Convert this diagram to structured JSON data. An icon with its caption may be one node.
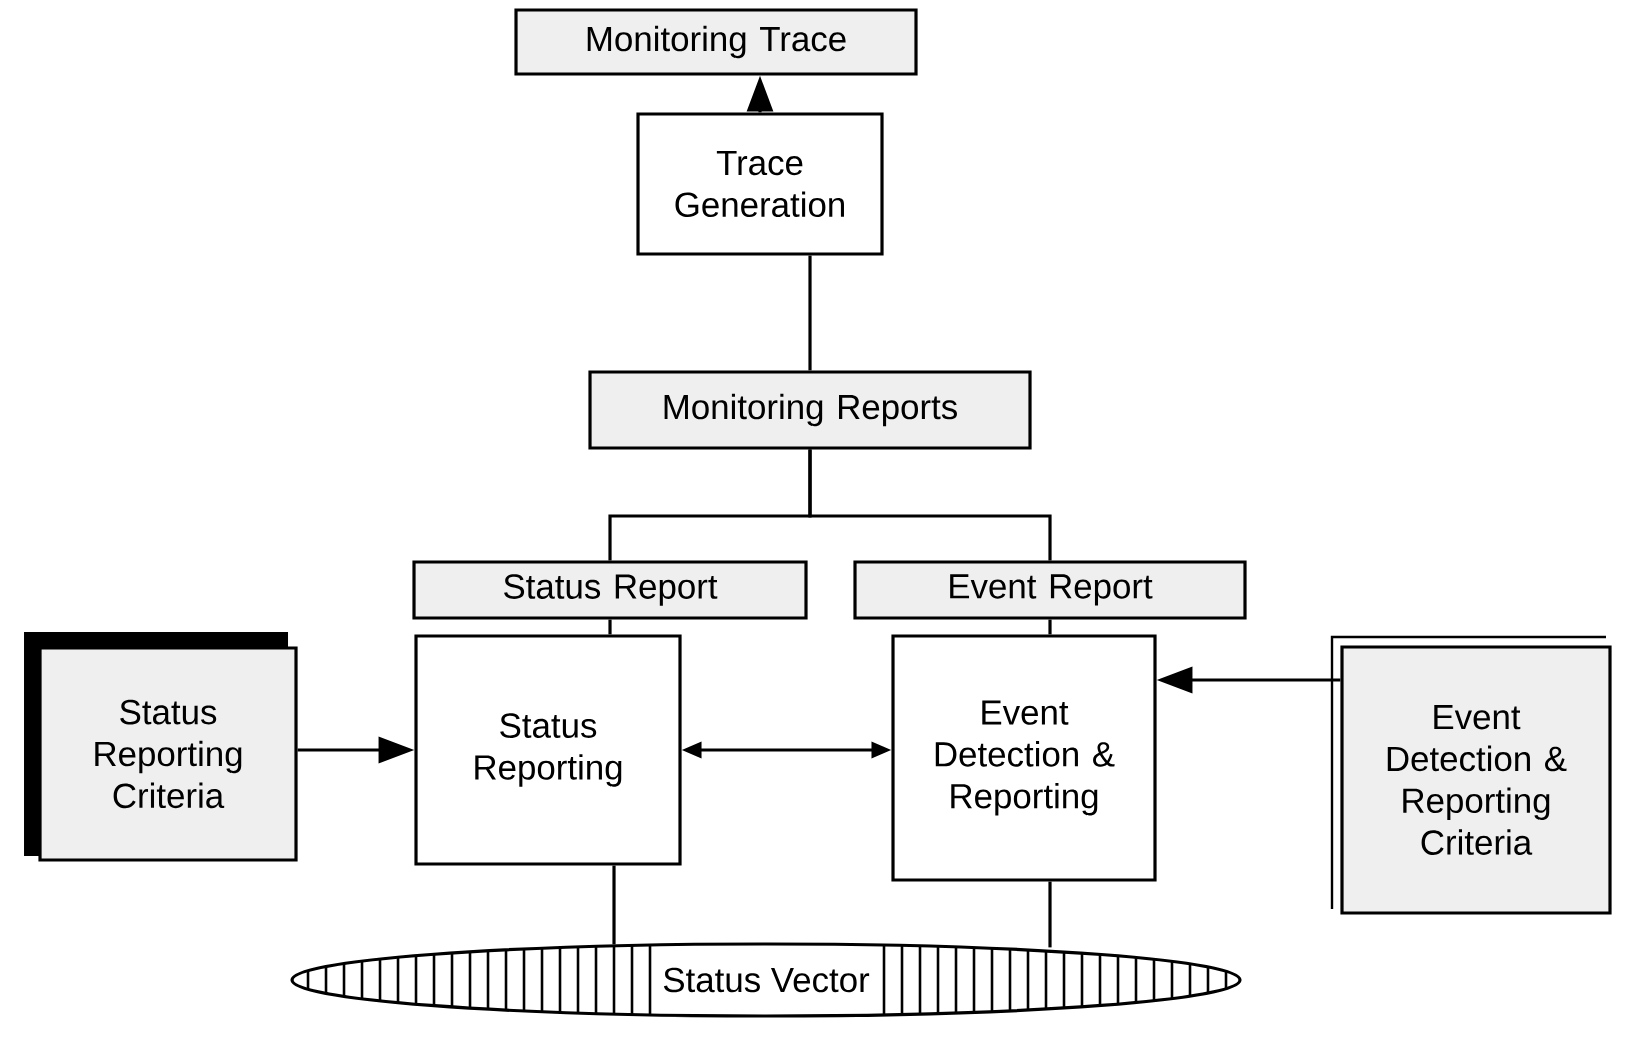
{
  "diagram": {
    "nodes": [
      {
        "text": [
          "Monitoring Trace"
        ]
      },
      {
        "text": [
          "Trace Generation"
        ]
      },
      {
        "text": [
          "Monitoring Reports"
        ]
      },
      {
        "text": [
          "Status Report"
        ]
      },
      {
        "text": [
          "Event Report"
        ]
      },
      {
        "text": [
          "Status Reporting Criteria"
        ]
      },
      {
        "text": [
          "Status Reporting"
        ]
      },
      {
        "text": [
          "Event Detection & Reporting"
        ]
      },
      {
        "text": [
          "Event Detection & Reporting Criteria"
        ]
      },
      {
        "text": [
          "Status Vector"
        ]
      }
    ],
    "edges": [
      {
        "from": 1,
        "to": 0,
        "arrow": "to"
      },
      {
        "from": 2,
        "to": 1,
        "arrow": "none"
      },
      {
        "from": 2,
        "to": 3,
        "arrow": "none"
      },
      {
        "from": 2,
        "to": 4,
        "arrow": "none"
      },
      {
        "from": 3,
        "to": 6,
        "arrow": "none"
      },
      {
        "from": 4,
        "to": 7,
        "arrow": "none"
      },
      {
        "from": 5,
        "to": 6,
        "arrow": "to"
      },
      {
        "from": 8,
        "to": 7,
        "arrow": "to"
      },
      {
        "from": 6,
        "to": 7,
        "arrow": "both"
      },
      {
        "from": 6,
        "to": 9,
        "arrow": "none"
      },
      {
        "from": 7,
        "to": 9,
        "arrow": "none"
      }
    ]
  }
}
